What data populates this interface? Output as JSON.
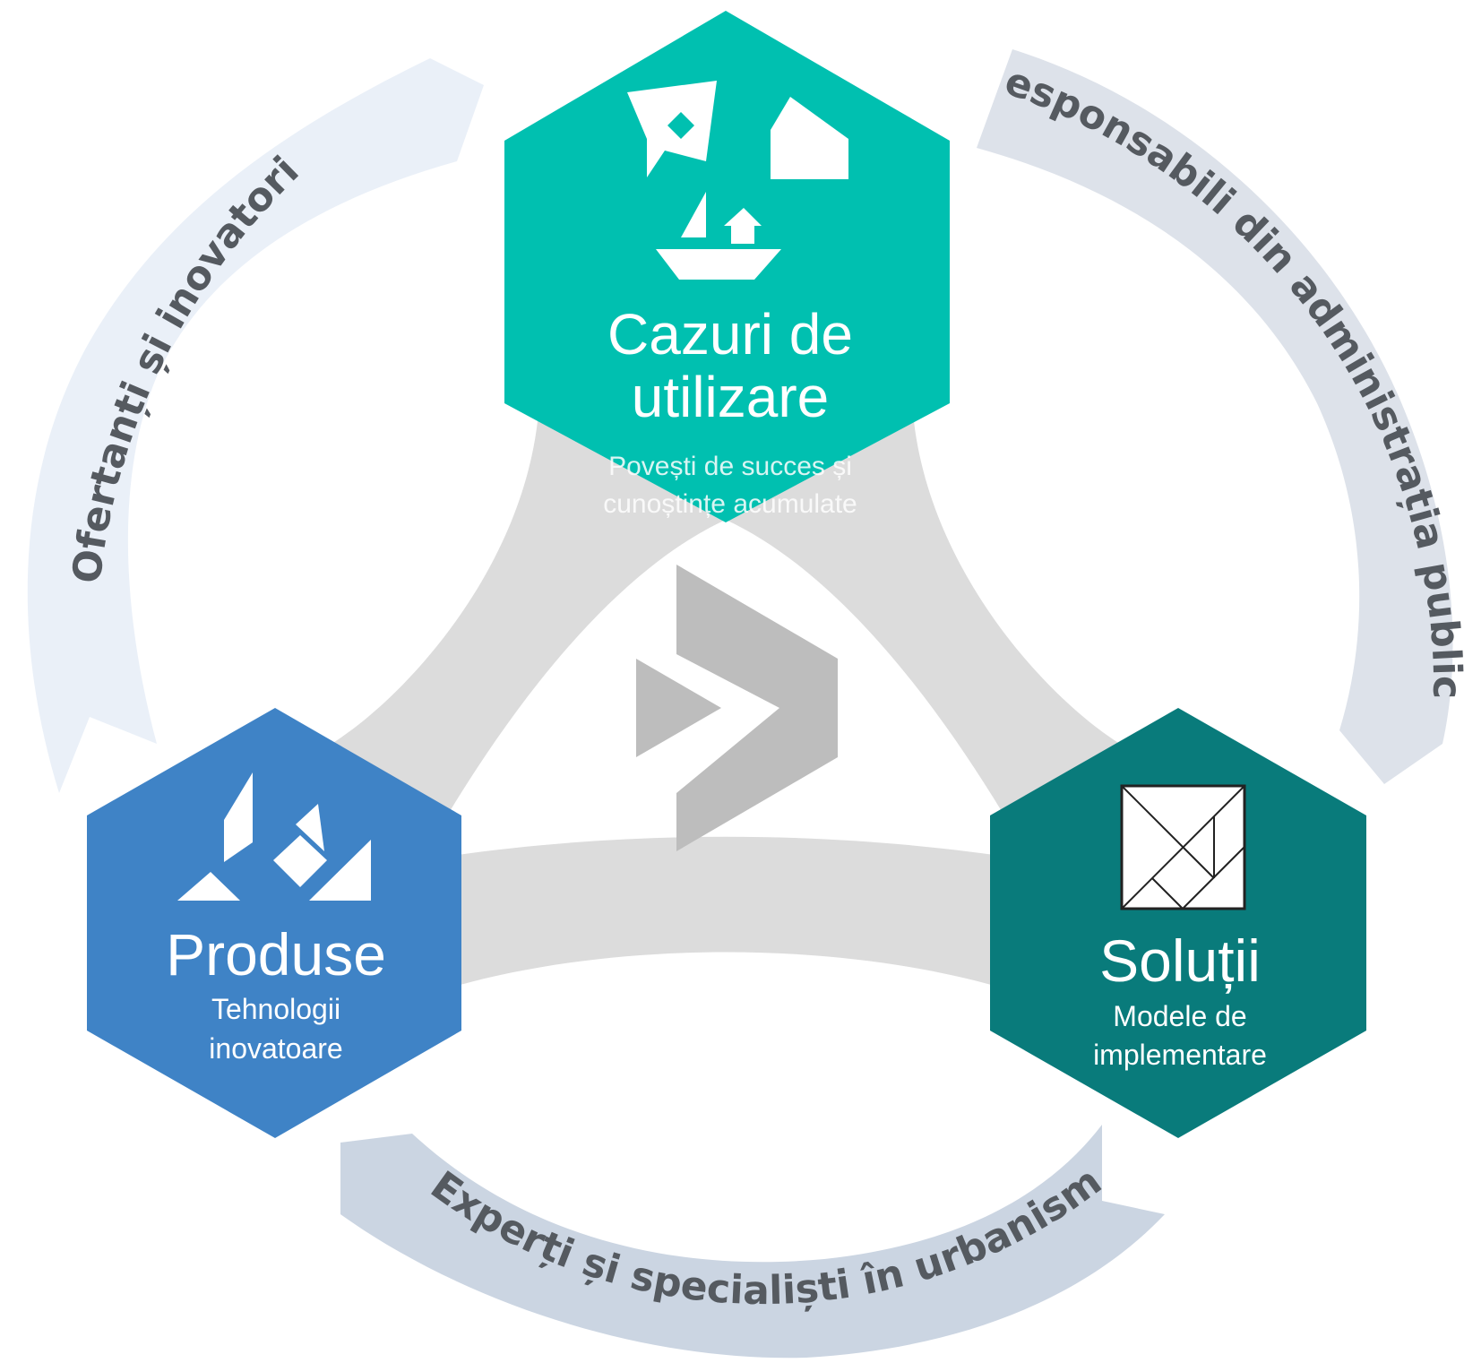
{
  "hexagons": {
    "top": {
      "title_line1": "Cazuri de",
      "title_line2": "utilizare",
      "subtitle_line1": "Povești de succes și",
      "subtitle_line2": "cunoștințe acumulate",
      "color": "#00c0b0"
    },
    "left": {
      "title": "Produse",
      "subtitle_line1": "Tehnologii",
      "subtitle_line2": "inovatoare",
      "color": "#3f83c6"
    },
    "right": {
      "title": "Soluții",
      "subtitle_line1": "Modele de",
      "subtitle_line2": "implementare",
      "color": "#097b7b"
    }
  },
  "arcs": {
    "left": {
      "label": "Ofertanți și inovatori",
      "color": "#eaf0f8"
    },
    "right": {
      "label": "Responsabili din administrația publică",
      "color": "#dde2ea"
    },
    "bottom": {
      "label": "Experți și specialiști în urbanism",
      "color": "#cbd5e2"
    }
  },
  "center_logo": {
    "icon": "forward-chevron-logo",
    "color": "#bdbdbd"
  },
  "connector_color": "#dcdcdc"
}
